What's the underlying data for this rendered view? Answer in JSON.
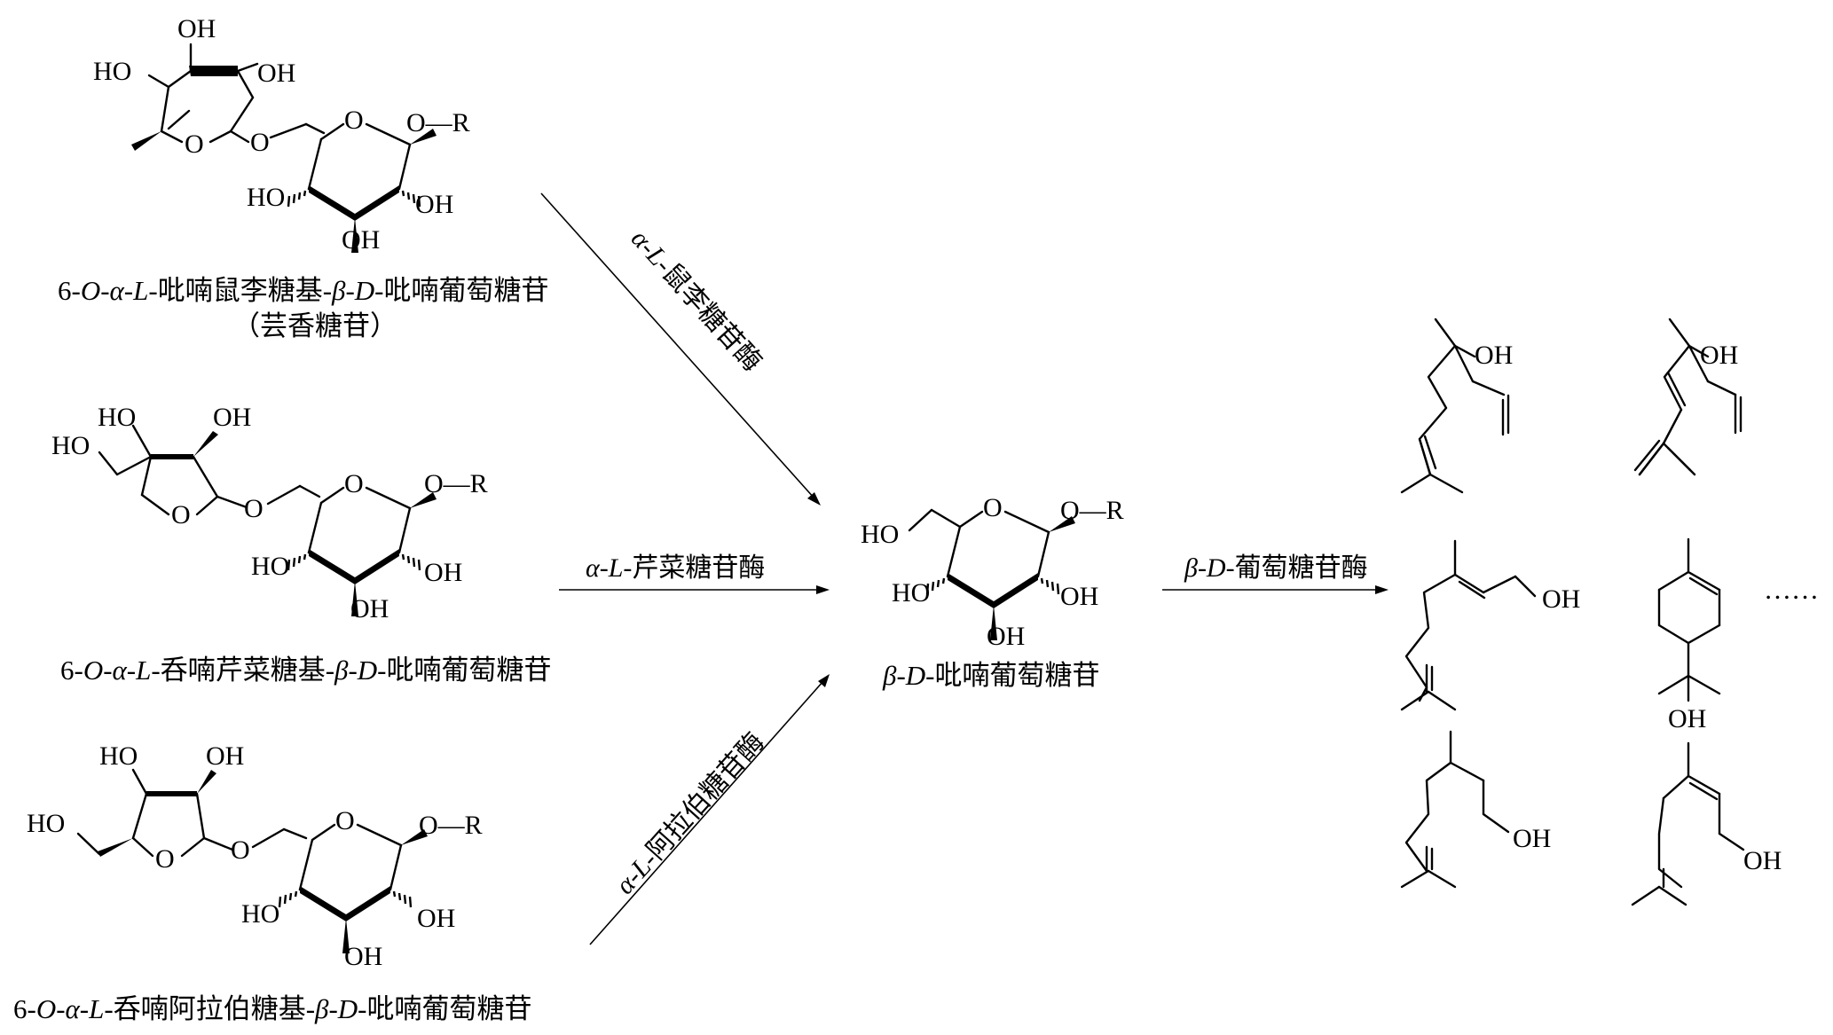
{
  "labels": {
    "oh": "OH",
    "ho": "HO",
    "o": "O",
    "or": "O—R",
    "ellipsis": "……"
  },
  "substrates": [
    {
      "name_prefix": "6-",
      "name_italic": "O-α-L-",
      "name_text": "吡喃鼠李糖基-",
      "name_italic2": "β-D-",
      "name_text2": "吡喃葡萄糖苷",
      "common_name": "（芸香糖苷）"
    },
    {
      "name_prefix": "6-",
      "name_italic": "O-α-L-",
      "name_text": "呑喃芹菜糖基-",
      "name_italic2": "β-D-",
      "name_text2": "吡喃葡萄糖苷"
    },
    {
      "name_prefix": "6-",
      "name_italic": "O-α-L-",
      "name_text": "呑喃阿拉伯糖基-",
      "name_italic2": "β-D-",
      "name_text2": "吡喃葡萄糖苷"
    }
  ],
  "enzymes": [
    {
      "italic": "α-L-",
      "text": "鼠李糖苷酶"
    },
    {
      "italic": "α-L-",
      "text": "芹菜糖苷酶"
    },
    {
      "italic": "α-L-",
      "text": "阿拉伯糖苷酶"
    },
    {
      "italic": "β-D-",
      "text": "葡萄糖苷酶"
    }
  ],
  "intermediate": {
    "italic": "β-D-",
    "text": "吡喃葡萄糖苷"
  }
}
